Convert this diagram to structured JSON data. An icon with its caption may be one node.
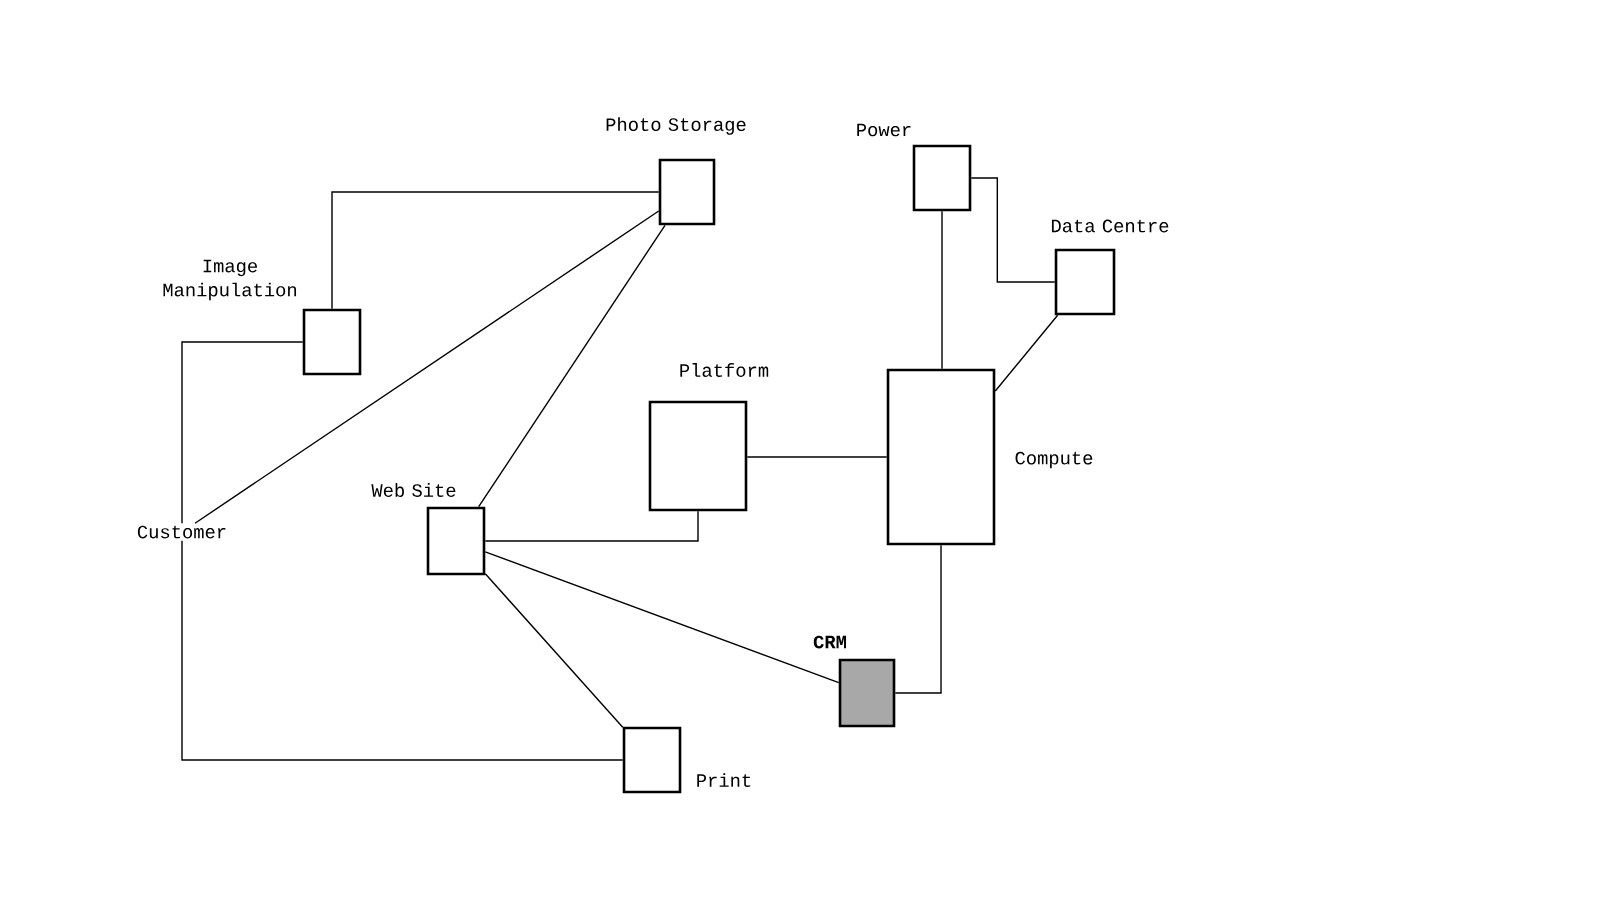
{
  "diagram": {
    "nodes": [
      {
        "text": [
          "Customer"
        ]
      },
      {
        "text": [
          "Image Manipulation"
        ]
      },
      {
        "text": [
          "Photo Storage"
        ]
      },
      {
        "text": [
          "Power"
        ]
      },
      {
        "text": [
          "Data Centre"
        ]
      },
      {
        "text": [
          "Platform"
        ]
      },
      {
        "text": [
          "Compute"
        ]
      },
      {
        "text": [
          "Web Site"
        ]
      },
      {
        "text": [
          "CRM"
        ]
      },
      {
        "text": [
          "Print"
        ]
      }
    ],
    "edges": [
      {
        "from": 0,
        "to": 1,
        "arrow": "none"
      },
      {
        "from": 0,
        "to": 2,
        "arrow": "none"
      },
      {
        "from": 0,
        "to": 9,
        "arrow": "none"
      },
      {
        "from": 1,
        "to": 2,
        "arrow": "none"
      },
      {
        "from": 7,
        "to": 2,
        "arrow": "none"
      },
      {
        "from": 7,
        "to": 5,
        "arrow": "none"
      },
      {
        "from": 7,
        "to": 8,
        "arrow": "none"
      },
      {
        "from": 7,
        "to": 9,
        "arrow": "none"
      },
      {
        "from": 5,
        "to": 6,
        "arrow": "none"
      },
      {
        "from": 3,
        "to": 6,
        "arrow": "none"
      },
      {
        "from": 3,
        "to": 4,
        "arrow": "none"
      },
      {
        "from": 4,
        "to": 6,
        "arrow": "none"
      },
      {
        "from": 6,
        "to": 8,
        "arrow": "none"
      }
    ]
  }
}
